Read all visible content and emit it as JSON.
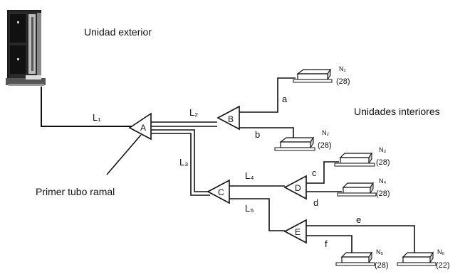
{
  "labels": {
    "outdoor_unit": "Unidad exterior",
    "indoor_units": "Unidades interiores",
    "first_branch": "Primer tubo ramal"
  },
  "branches": {
    "A": "A",
    "B": "B",
    "C": "C",
    "D": "D",
    "E": "E"
  },
  "segments": {
    "L1": "L₁",
    "L2": "L₂",
    "L3": "L₃",
    "L4": "L₄",
    "L5": "L₅",
    "a": "a",
    "b": "b",
    "c": "c",
    "d": "d",
    "e": "e",
    "f": "f"
  },
  "indoor_units": [
    {
      "id": "N₁",
      "capacity": "(28)"
    },
    {
      "id": "N₂",
      "capacity": "(28)"
    },
    {
      "id": "N₃",
      "capacity": "(28)"
    },
    {
      "id": "N₄",
      "capacity": "(28)"
    },
    {
      "id": "N₅",
      "capacity": "(28)"
    },
    {
      "id": "N₆",
      "capacity": "(22)"
    }
  ]
}
